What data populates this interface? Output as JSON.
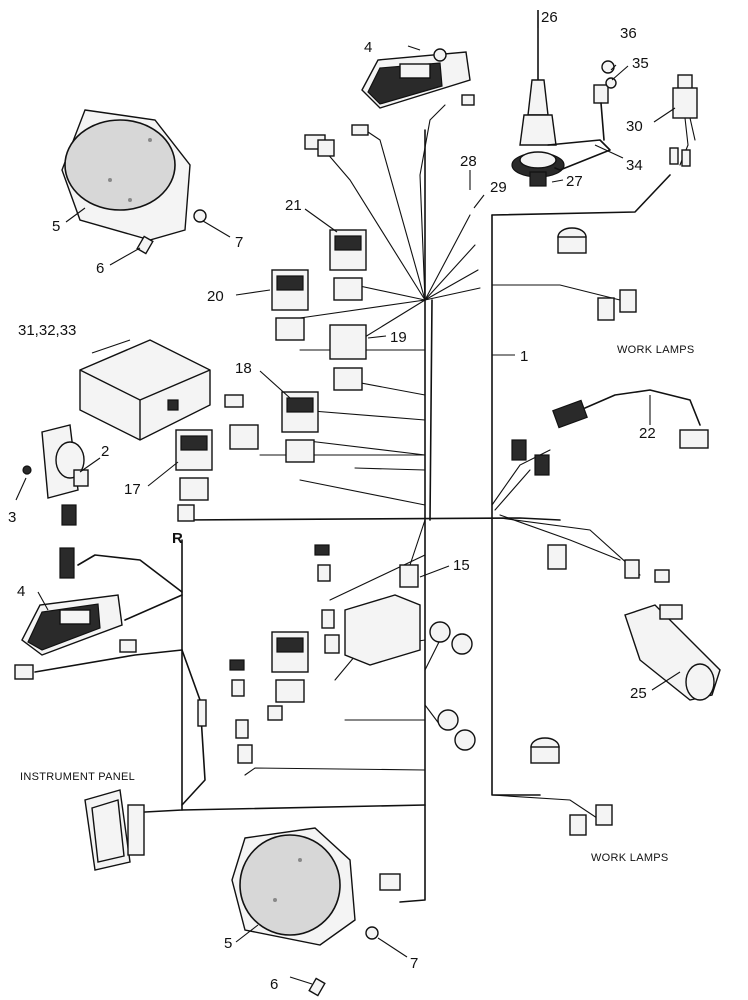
{
  "captions": {
    "work_lamps_upper": "WORK LAMPS",
    "work_lamps_lower": "WORK LAMPS",
    "instrument_panel": "INSTRUMENT PANEL",
    "harness_mark": "R"
  },
  "callouts": [
    {
      "id": "c26",
      "label": "26"
    },
    {
      "id": "c36",
      "label": "36"
    },
    {
      "id": "c35",
      "label": "35"
    },
    {
      "id": "c4top",
      "label": "4"
    },
    {
      "id": "c30",
      "label": "30"
    },
    {
      "id": "c28",
      "label": "28"
    },
    {
      "id": "c29",
      "label": "29"
    },
    {
      "id": "c27",
      "label": "27"
    },
    {
      "id": "c34",
      "label": "34"
    },
    {
      "id": "c5top",
      "label": "5"
    },
    {
      "id": "c7top",
      "label": "7"
    },
    {
      "id": "c6top",
      "label": "6"
    },
    {
      "id": "c21",
      "label": "21"
    },
    {
      "id": "c20",
      "label": "20"
    },
    {
      "id": "c19",
      "label": "19"
    },
    {
      "id": "c31",
      "label": "31,32,33"
    },
    {
      "id": "c1",
      "label": "1"
    },
    {
      "id": "c18",
      "label": "18"
    },
    {
      "id": "c2",
      "label": "2"
    },
    {
      "id": "c22",
      "label": "22"
    },
    {
      "id": "c17",
      "label": "17"
    },
    {
      "id": "c3",
      "label": "3"
    },
    {
      "id": "c15",
      "label": "15"
    },
    {
      "id": "c4bot",
      "label": "4"
    },
    {
      "id": "c25",
      "label": "25"
    },
    {
      "id": "c5bot",
      "label": "5"
    },
    {
      "id": "c7bot",
      "label": "7"
    },
    {
      "id": "c6bot",
      "label": "6"
    }
  ]
}
